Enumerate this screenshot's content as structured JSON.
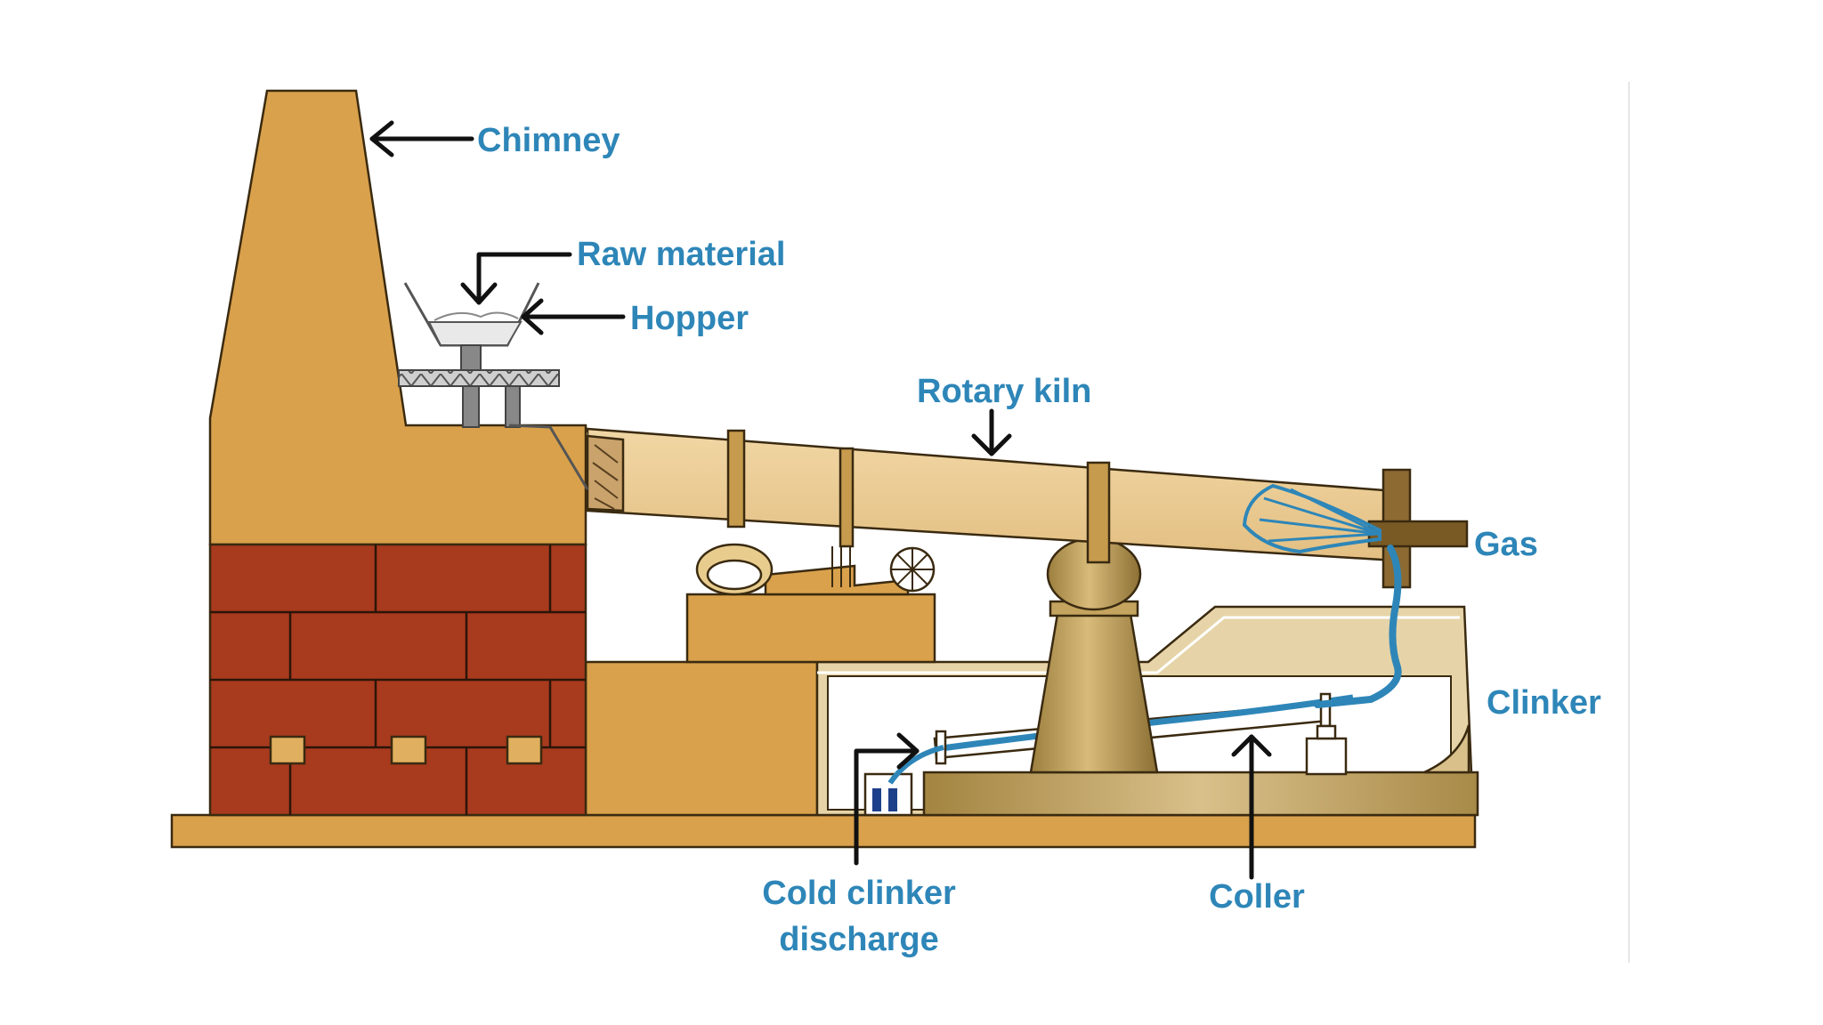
{
  "labels": {
    "chimney": "Chimney",
    "raw_material": "Raw material",
    "hopper": "Hopper",
    "rotary_kiln": "Rotary kiln",
    "gas": "Gas",
    "clinker": "Clinker",
    "cold_clinker_line1": "Cold clinker",
    "cold_clinker_line2": "discharge",
    "coller": "Coller"
  },
  "colors": {
    "label": "#2e86b8",
    "chimney": "#d9a14b",
    "brick": "#a83a1e",
    "kiln": "#eac88f",
    "cooler": "#b89a55",
    "ground": "#d9a14b",
    "gas_flame": "#2e86b8"
  }
}
